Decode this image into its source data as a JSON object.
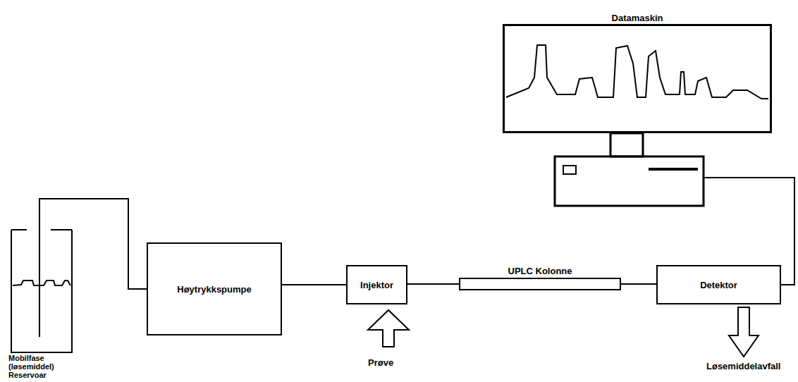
{
  "diagram": {
    "nodes": [
      {
        "text": [
          "Mobilfase (løsemiddel) Reservoar"
        ]
      },
      {
        "text": [
          "Høytrykkspumpe"
        ]
      },
      {
        "text": [
          "Injektor"
        ]
      },
      {
        "text": [
          "UPLC Kolonne"
        ]
      },
      {
        "text": [
          "Detektor"
        ]
      },
      {
        "text": [
          "Datamaskin"
        ]
      }
    ],
    "edges": [
      {
        "from": 0,
        "to": 1,
        "arrow": "none"
      },
      {
        "from": 1,
        "to": 2,
        "arrow": "none"
      },
      {
        "from": 2,
        "to": 3,
        "arrow": "none"
      },
      {
        "from": 3,
        "to": 4,
        "arrow": "none"
      },
      {
        "from": 4,
        "to": 5,
        "arrow": "none"
      }
    ],
    "labels": [
      "Prøve",
      "Løsemiddelavfall"
    ]
  }
}
